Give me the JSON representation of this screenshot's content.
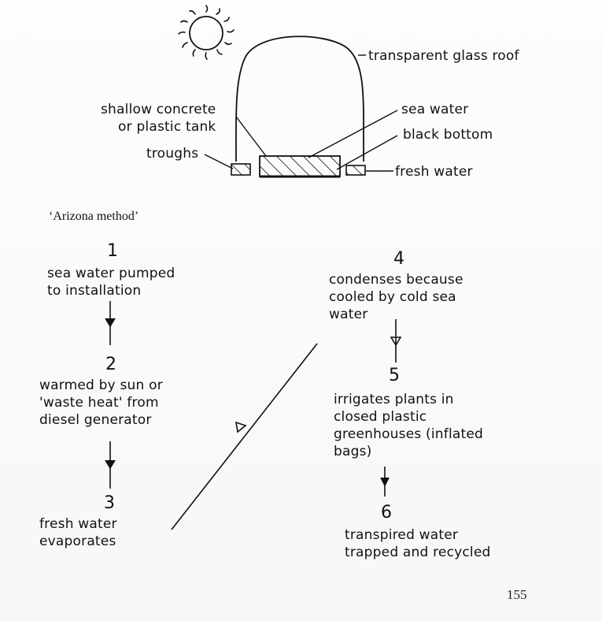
{
  "labels": {
    "roof": "transparent glass roof",
    "tank": "shallow concrete\nor plastic tank",
    "troughs": "troughs",
    "sea_water": "sea water",
    "black_bottom": "black bottom",
    "fresh_water": "fresh water"
  },
  "method_caption": "‘Arizona method’",
  "steps": [
    {
      "num": "1",
      "text": "sea water pumped\nto installation"
    },
    {
      "num": "2",
      "text": "warmed by sun or\n'waste heat' from\ndiesel generator"
    },
    {
      "num": "3",
      "text": "fresh water\nevaporates"
    },
    {
      "num": "4",
      "text": "condenses because\ncooled by cold sea\nwater"
    },
    {
      "num": "5",
      "text": "irrigates plants in\nclosed plastic\ngreenhouses (inflated\nbags)"
    },
    {
      "num": "6",
      "text": "transpired water\ntrapped and recycled"
    }
  ],
  "page_number": "155",
  "icons": {
    "sun": "sun-icon"
  }
}
